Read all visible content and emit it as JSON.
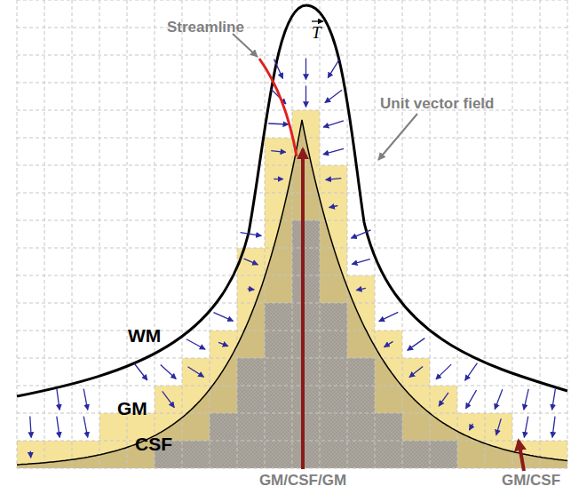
{
  "diagram": {
    "labels": [
      "Streamline",
      "Unit vector field",
      "T",
      "WM",
      "GM",
      "CSF",
      "GM/CSF/GM",
      "GM/CSF"
    ]
  }
}
